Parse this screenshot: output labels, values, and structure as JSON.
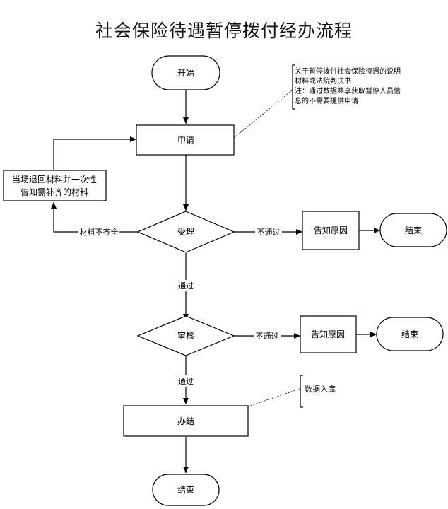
{
  "title": "社会保险待遇暂停拨付经办流程",
  "nodes": {
    "start": "开始",
    "apply": "申请",
    "return_line1": "当场退回材料并一次性",
    "return_line2": "告知需补齐的材料",
    "accept": "受理",
    "inform1": "告知原因",
    "end1": "结束",
    "review": "审核",
    "inform2": "告知原因",
    "end2": "结束",
    "complete": "办结",
    "end3": "结束"
  },
  "edges": {
    "incomplete": "材料不齐全",
    "fail1": "不通过",
    "pass1": "通过",
    "fail2": "不通过",
    "pass2": "通过"
  },
  "notes": {
    "apply_note_line1": "关于暂停拨付社会保险待遇的说明",
    "apply_note_line2": "材料或法院判决书",
    "apply_note_line3": "注：通过数据共享获取暂停人员信",
    "apply_note_line4": "息的不需要提供申请",
    "complete_note": "数据入库"
  }
}
